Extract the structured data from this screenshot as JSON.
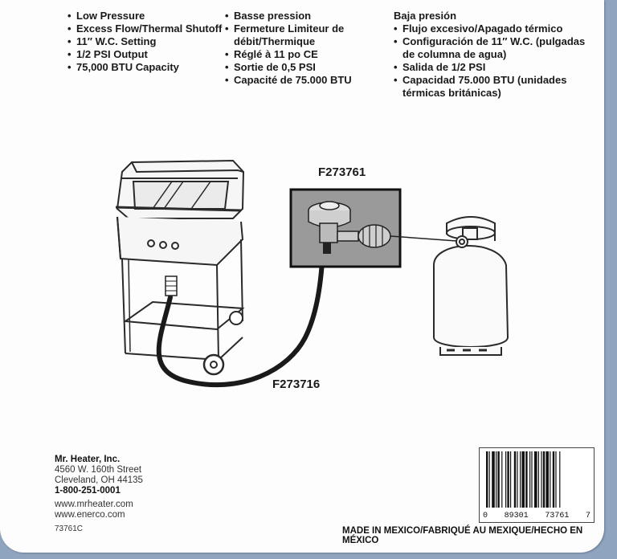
{
  "features_en": [
    "Low Pressure",
    "Excess Flow/Thermal Shutoff",
    "11″ W.C. Setting",
    "1/2 PSI Output",
    "75,000 BTU Capacity"
  ],
  "features_fr": [
    "Basse pression",
    "Fermeture Limiteur de débit/Thermique",
    "Réglé à 11 po CE",
    "Sortie de 0,5 PSI",
    "Capacité de 75.000 BTU"
  ],
  "features_es_heading": "Baja presión",
  "features_es": [
    "Flujo excesivo/Apagado térmico",
    "Configuración de 11″ W.C. (pulgadas de columna de agua)",
    "Salida de 1/2 PSI",
    "Capacidad 75.000 BTU (unidades térmicas británicas)"
  ],
  "labels": {
    "regulator": "F273761",
    "hose": "F273716"
  },
  "company": {
    "name": "Mr. Heater, Inc.",
    "address1": "4560 W. 160th Street",
    "address2": "Cleveland, OH 44135",
    "phone": "1-800-251-0001",
    "web1": "www.mrheater.com",
    "web2": "www.enerco.com"
  },
  "part_code": "73761C",
  "made_in": "MADE IN MEXICO/FABRIQUÉ AU MEXIQUE/HECHO EN MÉXICO",
  "barcode": {
    "d1": "0",
    "d2": "89301",
    "d3": "73761",
    "d4": "7"
  },
  "colors": {
    "background": "#8fa5bf",
    "card": "#fdfdfd",
    "box_fill": "#9a9a9a"
  }
}
